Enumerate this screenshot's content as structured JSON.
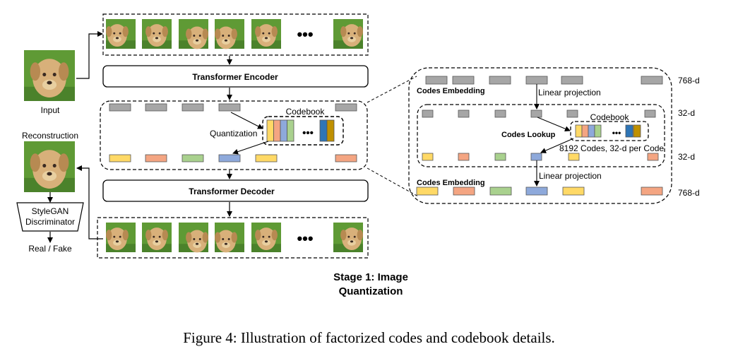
{
  "colors": {
    "grass": "#5f9a35",
    "grass_dark": "#3e7324",
    "fur": "#d8b07a",
    "fur_dark": "#b78a52",
    "nose": "#3a2a22",
    "gray_token": "#a6a6a6",
    "yellow": "#ffd966",
    "orange": "#f4a582",
    "green": "#a9d18e",
    "blue": "#8ea9db",
    "dark_blue": "#2e75b6",
    "gold": "#bf9000"
  },
  "labels": {
    "input": "Input",
    "reconstruction": "Reconstruction",
    "discriminator_line1": "StyleGAN",
    "discriminator_line2": "Discriminator",
    "real_fake": "Real / Fake",
    "transformer_encoder": "Transformer Encoder",
    "transformer_decoder": "Transformer Decoder",
    "quantization": "Quantization",
    "codebook": "Codebook",
    "ellipsis": "•••",
    "codes_embedding_top": "Codes Embedding",
    "linear_projection_top": "Linear projection",
    "codes_lookup": "Codes Lookup",
    "codebook_detail": "Codebook",
    "codes_info": "8192 Codes, 32-d per Code",
    "linear_projection_bottom": "Linear projection",
    "codes_embedding_bottom": "Codes Embedding",
    "dim_768_top": "768-d",
    "dim_32_top": "32-d",
    "dim_32_bottom": "32-d",
    "dim_768_bottom": "768-d"
  },
  "stage_title": {
    "line1": "Stage 1: Image",
    "line2": "Quantization"
  },
  "caption": "Figure 4: Illustration of factorized codes and codebook details."
}
